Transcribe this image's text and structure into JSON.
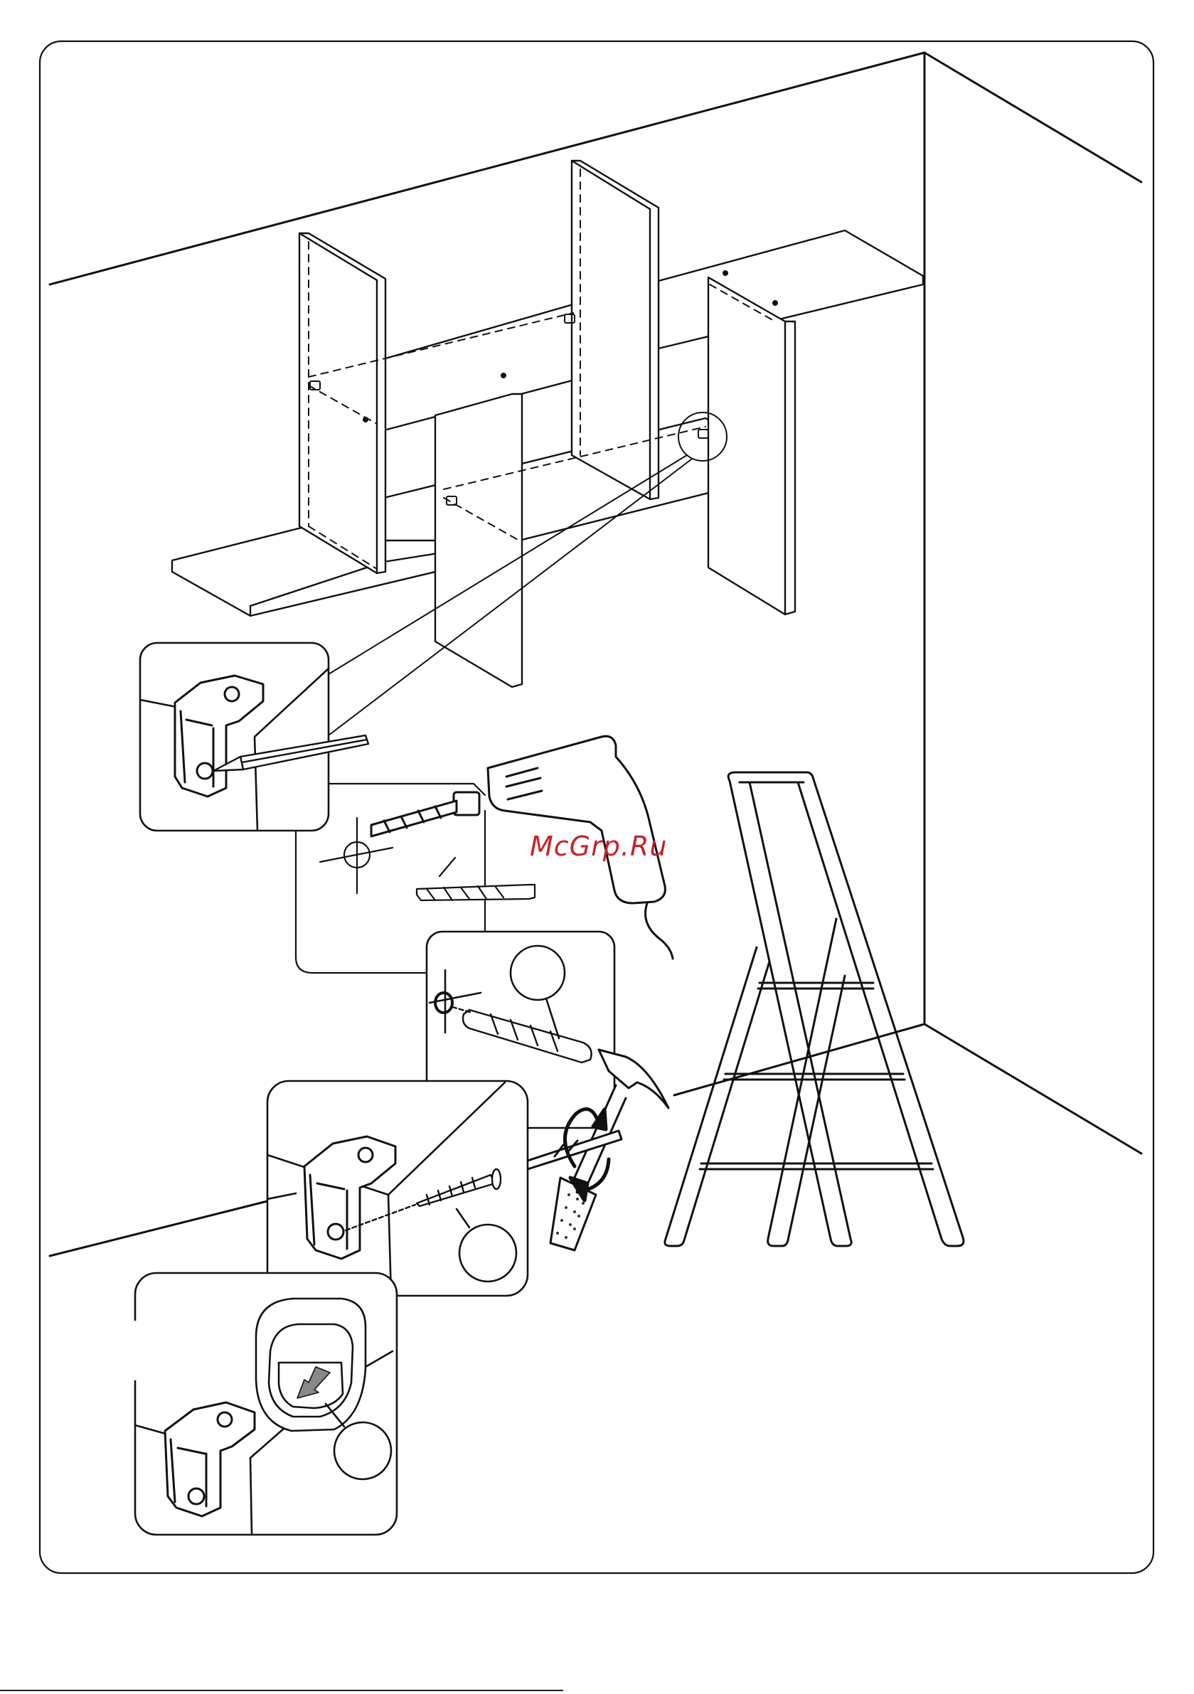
{
  "watermark": {
    "text": "McGrp.Ru",
    "color": "#c8222a"
  },
  "palette": {
    "line": "#111111",
    "paper": "#ffffff",
    "arrow_fill": "#888888",
    "grip": "#333333"
  },
  "icons": [
    "pencil-icon",
    "drill-icon",
    "drill-bit-icon",
    "wall-plug-icon",
    "hammer-icon",
    "screw-icon",
    "screwdriver-icon",
    "rotate-arrows-icon",
    "stepladder-icon",
    "bracket-icon"
  ],
  "steps": [
    {
      "name": "mark-hole-position"
    },
    {
      "name": "drill-hole"
    },
    {
      "name": "insert-wall-plug"
    },
    {
      "name": "fix-bracket-with-screw"
    },
    {
      "name": "close-bracket-cap"
    }
  ]
}
